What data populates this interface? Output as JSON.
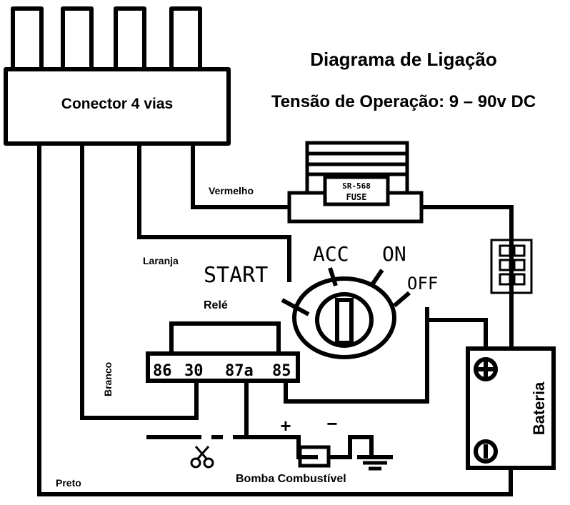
{
  "title": "Diagrama de Ligação",
  "subtitle": "Tensão de Operação: 9 – 90v DC",
  "connector": {
    "label": "Conector 4 vias"
  },
  "wires": {
    "red": "Vermelho",
    "orange": "Laranja",
    "white": "Branco",
    "black": "Preto"
  },
  "fuse": {
    "line1": "SR-568",
    "line2": "FUSE"
  },
  "ignition": {
    "start": "START",
    "acc": "ACC",
    "on": "ON",
    "off": "OFF"
  },
  "relay": {
    "label": "Relé",
    "pins": [
      "86",
      "30",
      "87a",
      "85"
    ]
  },
  "battery": {
    "label": "Bateria",
    "plus": "⊕",
    "minus": "⊖"
  },
  "pump": {
    "label": "Bomba Combustível",
    "plus": "+",
    "minus": "−"
  },
  "colors": {
    "line": "#000000",
    "background": "#ffffff"
  },
  "icons": [
    "scissors-icon",
    "ground-icon",
    "battery-plus-icon",
    "battery-minus-icon"
  ]
}
